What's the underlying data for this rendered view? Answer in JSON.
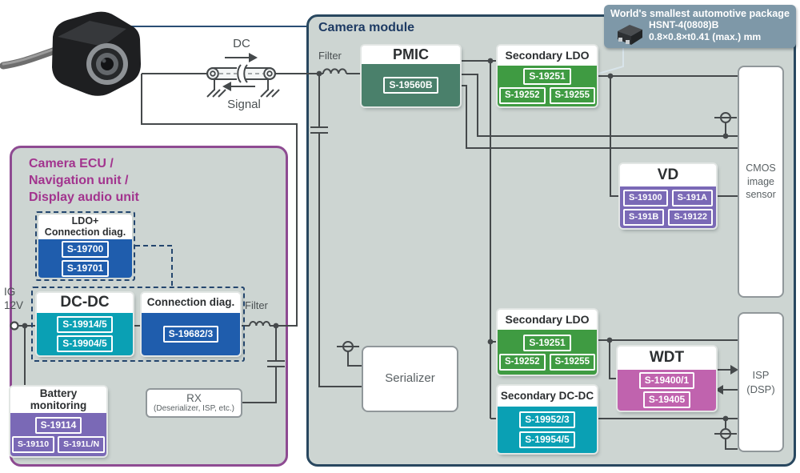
{
  "camera_module": {
    "title": "Camera module",
    "filter_label": "Filter",
    "pmic": {
      "title": "PMIC",
      "part": "S-19560B",
      "color": "#4a806b"
    },
    "secondary_ldo_top": {
      "title": "Secondary LDO",
      "row1": [
        "S-19251"
      ],
      "row2": [
        "S-19252",
        "S-19255"
      ],
      "color": "#3f9b42"
    },
    "vd": {
      "title": "VD",
      "row1": [
        "S-19100",
        "S-191A"
      ],
      "row2": [
        "S-191B",
        "S-19122"
      ],
      "color": "#7a69b6"
    },
    "secondary_ldo_bottom": {
      "title": "Secondary LDO",
      "row1": [
        "S-19251"
      ],
      "row2": [
        "S-19252",
        "S-19255"
      ],
      "color": "#3f9b42"
    },
    "secondary_dcdc": {
      "title": "Secondary DC-DC",
      "rows": [
        "S-19952/3",
        "S-19954/5"
      ],
      "color": "#0aa0b4"
    },
    "wdt": {
      "title": "WDT",
      "rows": [
        "S-19400/1",
        "S-19405"
      ],
      "color": "#c063ae"
    },
    "serializer_label": "Serializer",
    "cmos_label": "CMOS image sensor",
    "isp_label": "ISP (DSP)"
  },
  "ecu": {
    "title_lines": [
      "Camera ECU /",
      "Navigation unit /",
      "Display audio unit"
    ],
    "ig_line1": "IG",
    "ig_line2": "12V",
    "filter_label": "Filter",
    "ldo_plus": {
      "title_line1": "LDO+",
      "title_line2": "Connection diag.",
      "rows": [
        "S-19700",
        "S-19701"
      ],
      "color": "#1f5dad"
    },
    "dcdc": {
      "title": "DC-DC",
      "rows": [
        "S-19914/5",
        "S-19904/5"
      ],
      "color": "#0aa0b4"
    },
    "conn_diag": {
      "title": "Connection diag.",
      "rows": [
        "S-19682/3"
      ],
      "color": "#1f5dad"
    },
    "battery": {
      "title_line1": "Battery",
      "title_line2": "monitoring",
      "row1": [
        "S-19114"
      ],
      "row2": [
        "S-19110",
        "S-191L/N"
      ],
      "color": "#7a69b6"
    },
    "rx": {
      "line1": "RX",
      "line2": "(Deserializer, ISP, etc.)"
    }
  },
  "cable": {
    "dc_label": "DC",
    "signal_label": "Signal"
  },
  "callout": {
    "line1": "World's smallest automotive package",
    "line2": "HSNT-4(0808)B",
    "line3": "0.8×0.8×t0.41 (max.) mm",
    "bg": "#7e98a8"
  }
}
